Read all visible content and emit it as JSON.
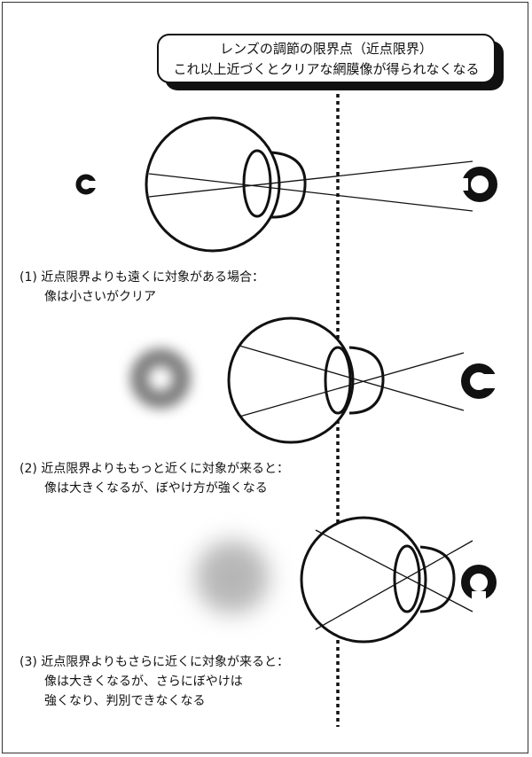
{
  "title": {
    "line1": "レンズの調節の限界点（近点限界）",
    "line2": "これ以上近づくとクリアな網膜像が得られなくなる"
  },
  "captions": [
    {
      "line1": "(1) 近点限界よりも遠くに対象がある場合：",
      "line2": "像は小さいがクリア"
    },
    {
      "line1": "(2) 近点限界よりももっと近くに対象が来ると：",
      "line2": "像は大きくなるが、ぼやけ方が強くなる"
    },
    {
      "line1": "(3) 近点限界よりもさらに近くに対象が来ると：",
      "line2": "像は大きくなるが、さらにぼやけは",
      "line3": "強くなり、判別できなくなる"
    }
  ],
  "colors": {
    "ink": "#111111",
    "blur_gray": "#8a8a8a",
    "blur_light": "#b4b4b4"
  }
}
